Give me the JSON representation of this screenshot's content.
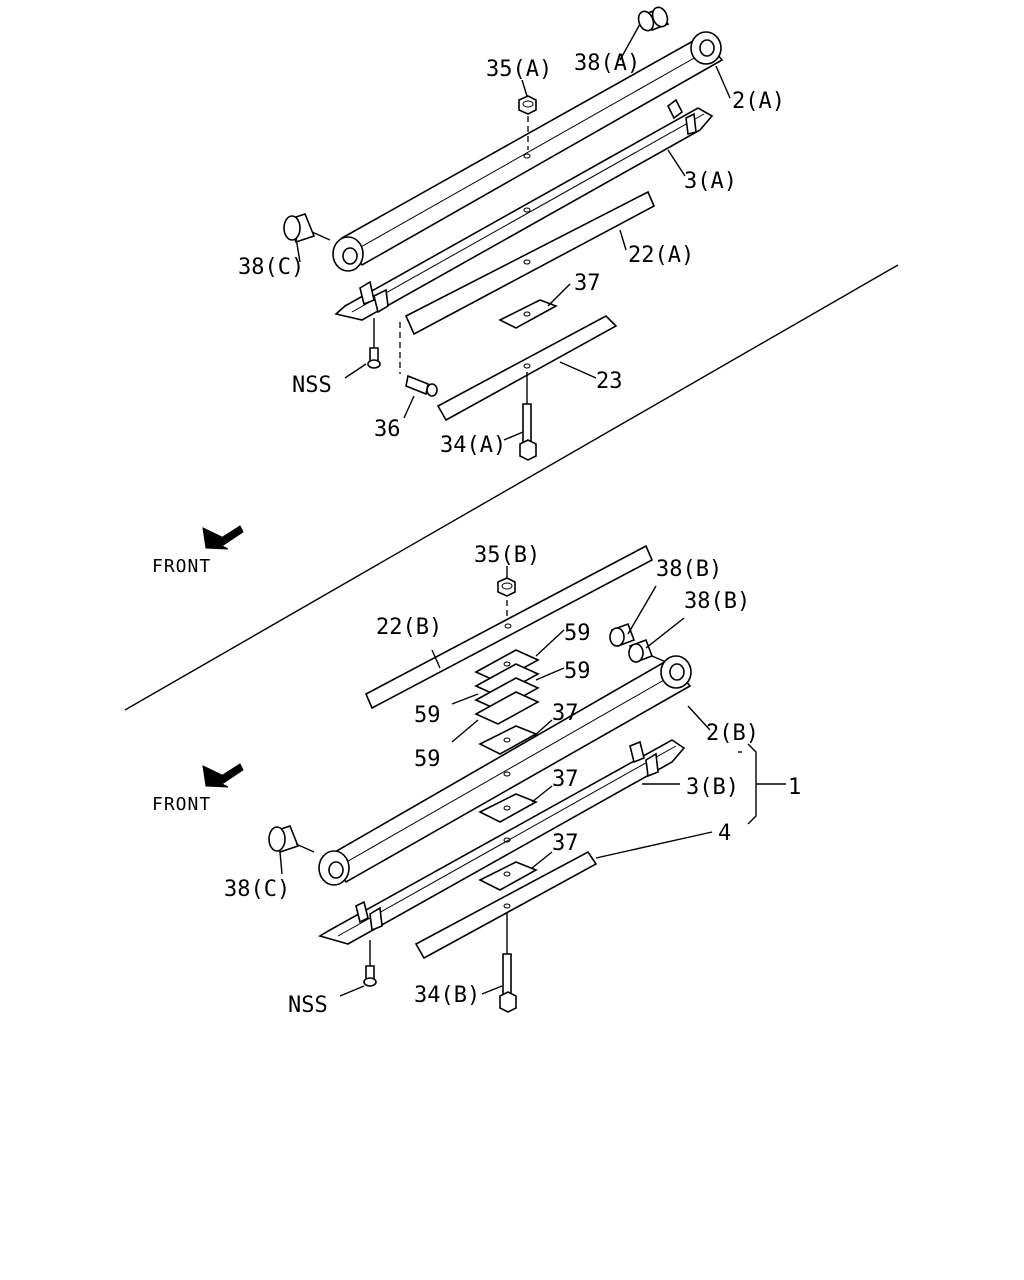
{
  "labels": {
    "a_35": "35(A)",
    "a_38": "38(A)",
    "a_2": "2(A)",
    "a_3": "3(A)",
    "a_22": "22(A)",
    "a_38c": "38(C)",
    "a_37": "37",
    "a_nss": "NSS",
    "a_23": "23",
    "a_36": "36",
    "a_34": "34(A)",
    "front_1": "FRONT",
    "b_35": "35(B)",
    "b_38_1": "38(B)",
    "b_38_2": "38(B)",
    "b_22": "22(B)",
    "b_59_1": "59",
    "b_59_2": "59",
    "b_59_3": "59",
    "b_59_4": "59",
    "b_37_1": "37",
    "b_2": "2(B)",
    "b_1": "1",
    "front_2": "FRONT",
    "b_37_2": "37",
    "b_3": "3(B)",
    "b_4": "4",
    "b_37_3": "37",
    "b_38c": "38(C)",
    "b_nss": "NSS",
    "b_34": "34(B)"
  }
}
